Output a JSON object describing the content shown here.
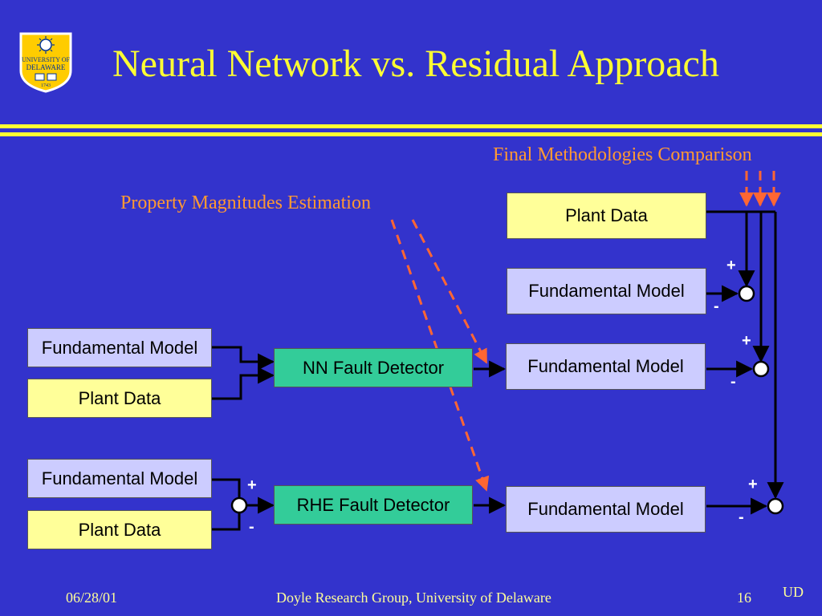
{
  "slide": {
    "title": "Neural Network vs. Residual Approach",
    "logo": {
      "line1": "UNIVERSITY OF",
      "line2": "DELAWARE",
      "year": "1743",
      "icon": "university-of-delaware-seal"
    }
  },
  "annotations": {
    "final": "Final Methodologies Comparison",
    "property": "Property Magnitudes Estimation"
  },
  "left": {
    "nn_model": "Fundamental Model",
    "nn_plant": "Plant Data",
    "rhe_model": "Fundamental Model",
    "rhe_plant": "Plant Data"
  },
  "detectors": {
    "nn": "NN Fault Detector",
    "rhe": "RHE Fault Detector"
  },
  "right": {
    "plant": "Plant Data",
    "model_top": "Fundamental Model",
    "model_mid": "Fundamental Model",
    "model_bot": "Fundamental Model"
  },
  "signs": {
    "plus": "+",
    "minus": "-"
  },
  "footer": {
    "date": "06/28/01",
    "credit": "Doyle Research Group, University of Delaware",
    "page": "16",
    "mark": "UD"
  },
  "colors": {
    "background": "#3333cc",
    "title": "#ffff33",
    "annotation": "#ff9933",
    "plant_box": "#ffff99",
    "model_box": "#ccccff",
    "detector_box": "#33cc99",
    "arrow": "#ff6633"
  }
}
